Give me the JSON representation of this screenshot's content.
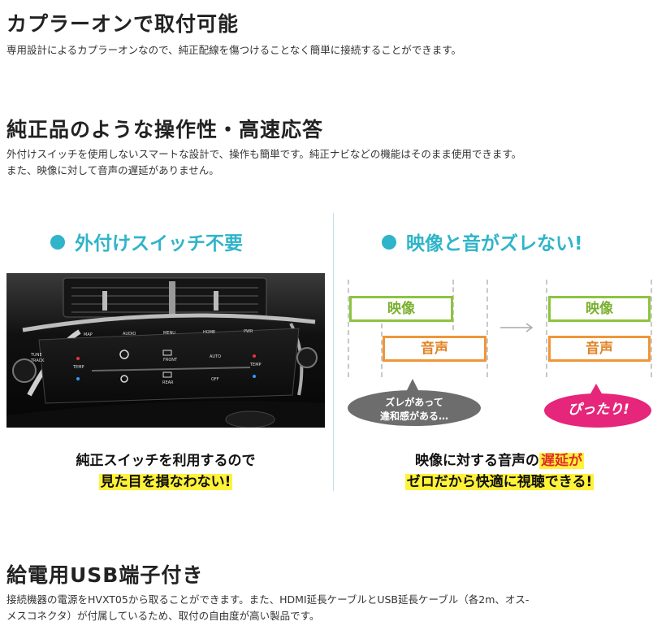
{
  "sec1": {
    "title": "カプラーオンで取付可能",
    "body": "専用設計によるカプラーオンなので、純正配線を傷つけることなく簡単に接続することができます。"
  },
  "sec2": {
    "title": "純正品のような操作性・高速応答",
    "body1": "外付けスイッチを使用しないスマートな設計で、操作も簡単です。純正ナビなどの機能はそのまま使用できます。",
    "body2": "また、映像に対して音声の遅延がありません。"
  },
  "left": {
    "heading": "外付けスイッチ不要",
    "panel": {
      "buttons": [
        "MAP",
        "AUDIO",
        "MENU",
        "HOME",
        "PWR"
      ],
      "tune": "TUNE\nTRACK",
      "temp": "TEMP",
      "front": "FRONT",
      "rear": "REAR",
      "auto": "AUTO",
      "off": "OFF"
    },
    "caption1": "純正スイッチを利用するので",
    "caption2": "見た目を損なわない!"
  },
  "right": {
    "heading": "映像と音がズレない!",
    "video": "映像",
    "audio": "音声",
    "bubble_gray_1": "ズレがあって",
    "bubble_gray_2": "違和感がある…",
    "bubble_pink": "ぴったり!",
    "caption1_a": "映像に対する音声の",
    "caption1_b": "遅延が",
    "caption2": "ゼロだから快適に視聴できる!"
  },
  "sec3": {
    "title": "給電用USB端子付き",
    "body1": "接続機器の電源をHVXT05から取ることができます。また、HDMI延長ケーブルとUSB延長ケーブル（各2m、オス-",
    "body2": "メスコネクタ）が付属しているため、取付の自由度が高い製品です。"
  },
  "colors": {
    "accent": "#2fb4c9",
    "green": "#8dc43f",
    "orange": "#ef9638",
    "pink": "#e5267a",
    "highlight": "#fff23a"
  }
}
